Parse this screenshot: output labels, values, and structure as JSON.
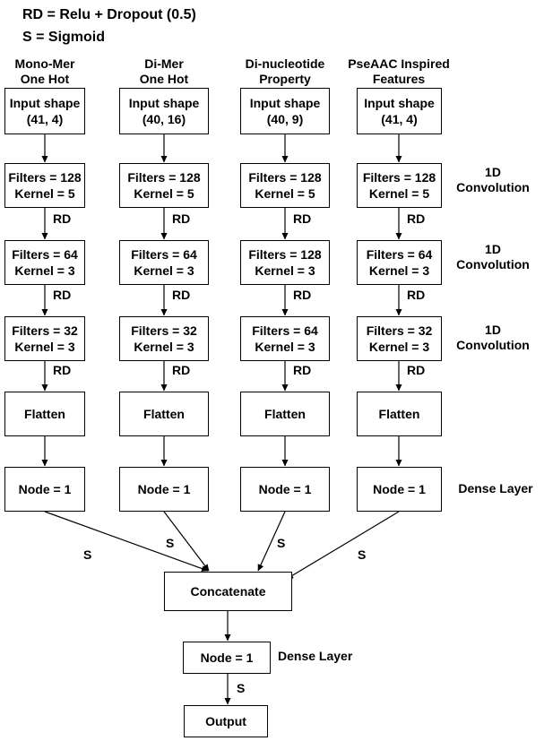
{
  "legend": {
    "rd": "RD = Relu + Dropout (0.5)",
    "s": "S = Sigmoid"
  },
  "columns": [
    {
      "header": [
        "Mono-Mer",
        "One Hot"
      ],
      "input": [
        "Input shape",
        "(41, 4)"
      ],
      "conv1": [
        "Filters = 128",
        "Kernel = 5"
      ],
      "conv2": [
        "Filters = 64",
        "Kernel = 3"
      ],
      "conv3": [
        "Filters = 32",
        "Kernel = 3"
      ],
      "flatten": "Flatten",
      "dense": "Node = 1"
    },
    {
      "header": [
        "Di-Mer",
        "One Hot"
      ],
      "input": [
        "Input shape",
        "(40, 16)"
      ],
      "conv1": [
        "Filters = 128",
        "Kernel = 5"
      ],
      "conv2": [
        "Filters = 64",
        "Kernel = 3"
      ],
      "conv3": [
        "Filters = 32",
        "Kernel = 3"
      ],
      "flatten": "Flatten",
      "dense": "Node = 1"
    },
    {
      "header": [
        "Di-nucleotide",
        "Property"
      ],
      "input": [
        "Input shape",
        "(40, 9)"
      ],
      "conv1": [
        "Filters = 128",
        "Kernel = 5"
      ],
      "conv2": [
        "Filters = 128",
        "Kernel = 3"
      ],
      "conv3": [
        "Filters = 64",
        "Kernel = 3"
      ],
      "flatten": "Flatten",
      "dense": "Node = 1"
    },
    {
      "header": [
        "PseAAC Inspired",
        "Features"
      ],
      "input": [
        "Input shape",
        "(41, 4)"
      ],
      "conv1": [
        "Filters = 128",
        "Kernel = 5"
      ],
      "conv2": [
        "Filters = 64",
        "Kernel = 3"
      ],
      "conv3": [
        "Filters = 32",
        "Kernel = 3"
      ],
      "flatten": "Flatten",
      "dense": "Node = 1"
    }
  ],
  "edge_labels": {
    "rd": "RD",
    "s": "S"
  },
  "side_labels": {
    "conv1": [
      "1D",
      "Convolution"
    ],
    "conv2": [
      "1D",
      "Convolution"
    ],
    "conv3": [
      "1D",
      "Convolution"
    ],
    "dense": "Dense Layer",
    "final_dense": "Dense Layer"
  },
  "merge": {
    "concatenate": "Concatenate",
    "dense": "Node = 1",
    "output": "Output"
  }
}
